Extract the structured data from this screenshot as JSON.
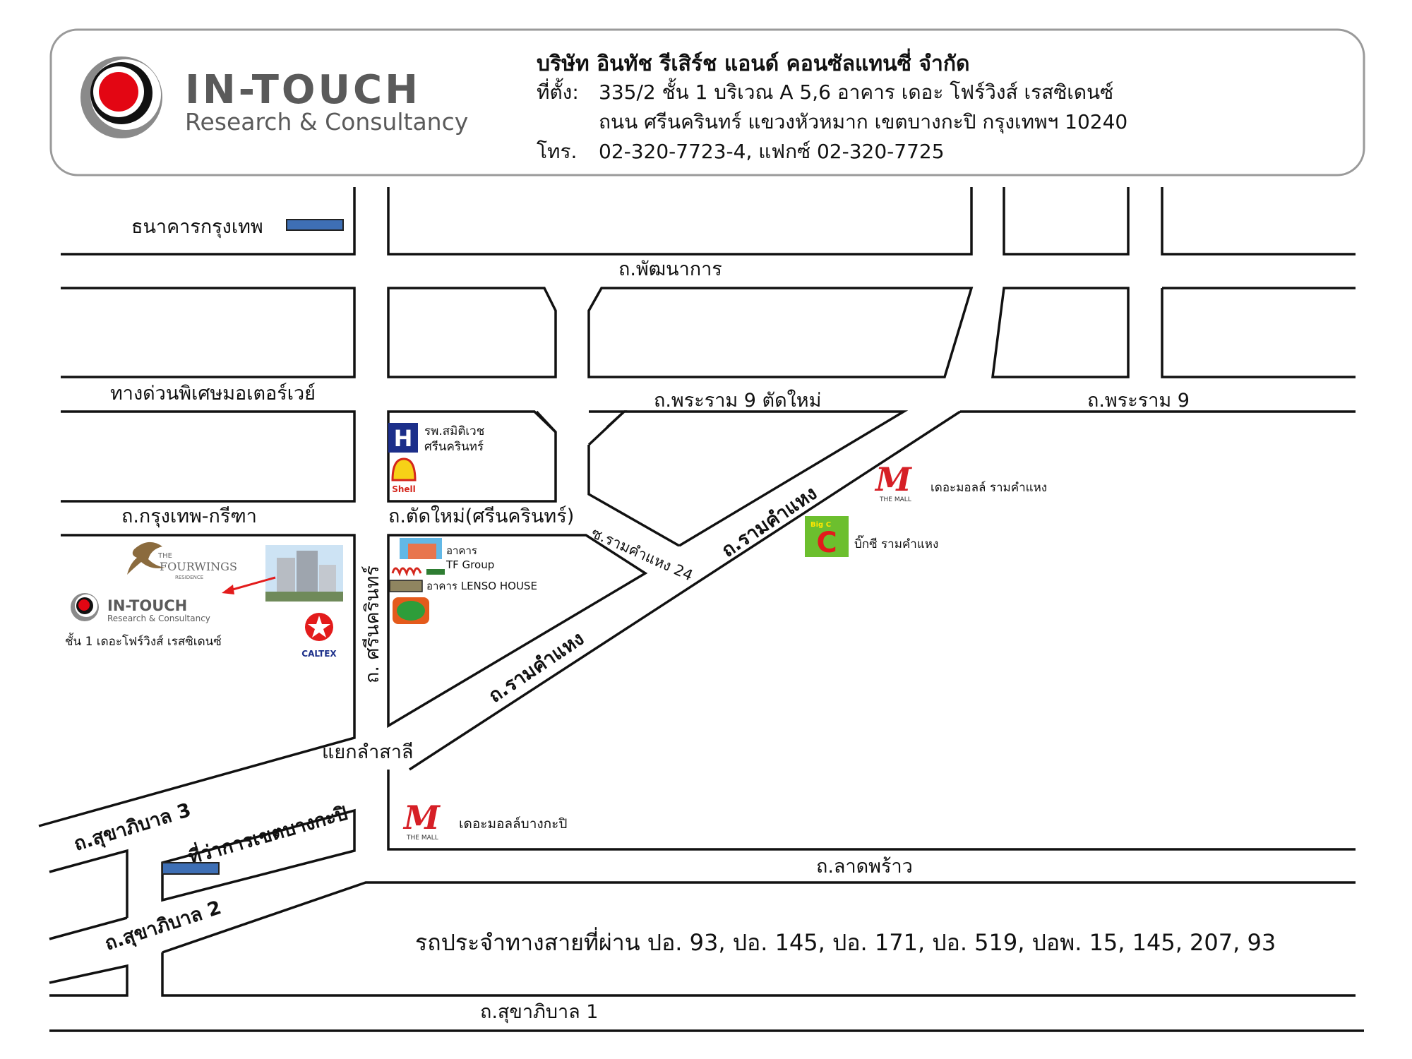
{
  "header": {
    "logo_main": "IN-TOUCH",
    "logo_sub": "Research & Consultancy",
    "company": "บริษัท อินทัช รีเสิร์ช แอนด์ คอนซัลแทนซี่ จำกัด",
    "address_label": "ที่ตั้ง:",
    "address_line1": "335/2 ชั้น 1 บริเวณ A 5,6 อาคาร เดอะ โฟร์วิงส์ เรสซิเดนซ์",
    "address_line2": "ถนน ศรีนครินทร์ แขวงหัวหมาก เขตบางกะปิ กรุงเทพฯ 10240",
    "phone_label": "โทร.",
    "phone": "02-320-7723-4, แฟกซ์ 02-320-7725"
  },
  "roads": {
    "phatthanakan": "ถ.พัฒนาการ",
    "motorway": "ทางด่วนพิเศษมอเตอร์เวย์",
    "rama9_new": "ถ.พระราม 9 ตัดใหม่",
    "rama9": "ถ.พระราม 9",
    "krungthep_kritha": "ถ.กรุงเทพ-กรีฑา",
    "tatmai": "ถ.ตัดใหม่(ศรีนครินทร์)",
    "soi_ramkhamhaeng24": "ซ.รามคำแหง 24",
    "ramkhamhaeng_upper": "ถ.รามคำแหง",
    "ramkhamhaeng_lower": "ถ.รามคำแหง",
    "srinakarin": "ถ. ศรีนครินทร์",
    "lamsali": "แยกลำสาลี",
    "sukhaphiban3": "ถ.สุขาภิบาล 3",
    "sukhaphiban2": "ถ.สุขาภิบาล 2",
    "sukhaphiban1": "ถ.สุขาภิบาล 1",
    "latphrao": "ถ.ลาดพร้าว"
  },
  "places": {
    "bangkok_bank": "ธนาคารกรุงเทพ",
    "hospital": "รพ.สมิติเวช",
    "hospital_sub": "ศรีนครินทร์",
    "shell": "Shell",
    "the_mall_ram": "เดอะมอลล์ รามคำแหง",
    "bigc": "บิ๊กซี รามคำแหง",
    "tf_group_1": "อาคาร",
    "tf_group_2": "TF Group",
    "lenso": "อาคาร LENSO HOUSE",
    "green_spot": "Green Spot",
    "fourwings_1": "THE",
    "fourwings_2": "FOURWINGS",
    "fourwings_3": "RESIDENCE",
    "intouch_small": "IN-TOUCH",
    "intouch_small_sub": "Research & Consultancy",
    "office_floor": "ชั้น 1 เดอะโฟร์วิงส์ เรสซิเดนซ์",
    "caltex": "CALTEX",
    "district_office": "ที่ว่าการเขตบางกะปิ",
    "the_mall_bkp": "เดอะมอลล์บางกะปิ",
    "the_mall_logo": "THE MALL",
    "bigc_logo": "Big C"
  },
  "bus_info": "รถประจำทางสายที่ผ่าน ปอ. 93, ปอ. 145, ปอ. 171, ปอ. 519, ปอพ. 15, 145, 207, 93",
  "colors": {
    "logo_red": "#e30613",
    "logo_grey": "#5a5a5a",
    "building_blue": "#3e6fb5",
    "hospital_blue": "#1c2f8a",
    "arrow_red": "#e31b1b",
    "bigc_green": "#6cbf2e",
    "mall_red": "#d61f26"
  }
}
